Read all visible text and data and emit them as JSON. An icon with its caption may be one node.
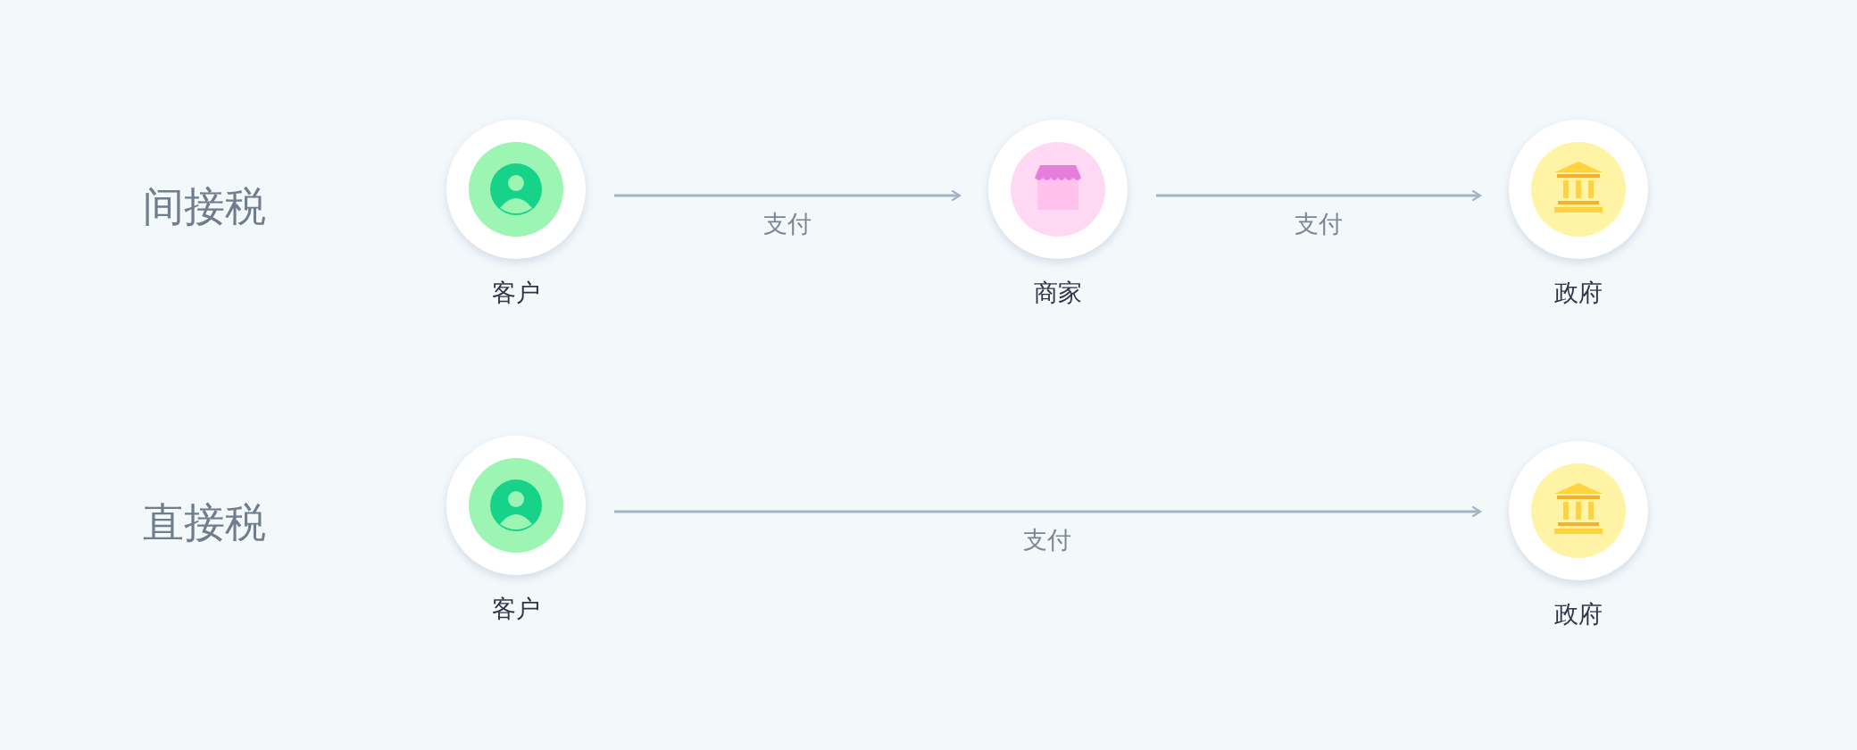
{
  "diagram": {
    "nodes": [
      {
        "text": [
          "客户"
        ]
      },
      {
        "text": [
          "商家"
        ]
      },
      {
        "text": [
          "政府"
        ]
      },
      {
        "text": [
          "客户"
        ]
      },
      {
        "text": [
          "政府"
        ]
      }
    ],
    "edges": [
      {
        "from": 0,
        "to": 1,
        "arrow": "to",
        "label": "支付"
      },
      {
        "from": 1,
        "to": 2,
        "arrow": "to",
        "label": "支付"
      },
      {
        "from": 3,
        "to": 4,
        "arrow": "to",
        "label": "支付"
      }
    ],
    "labels": [
      "间接税",
      "直接税"
    ]
  }
}
